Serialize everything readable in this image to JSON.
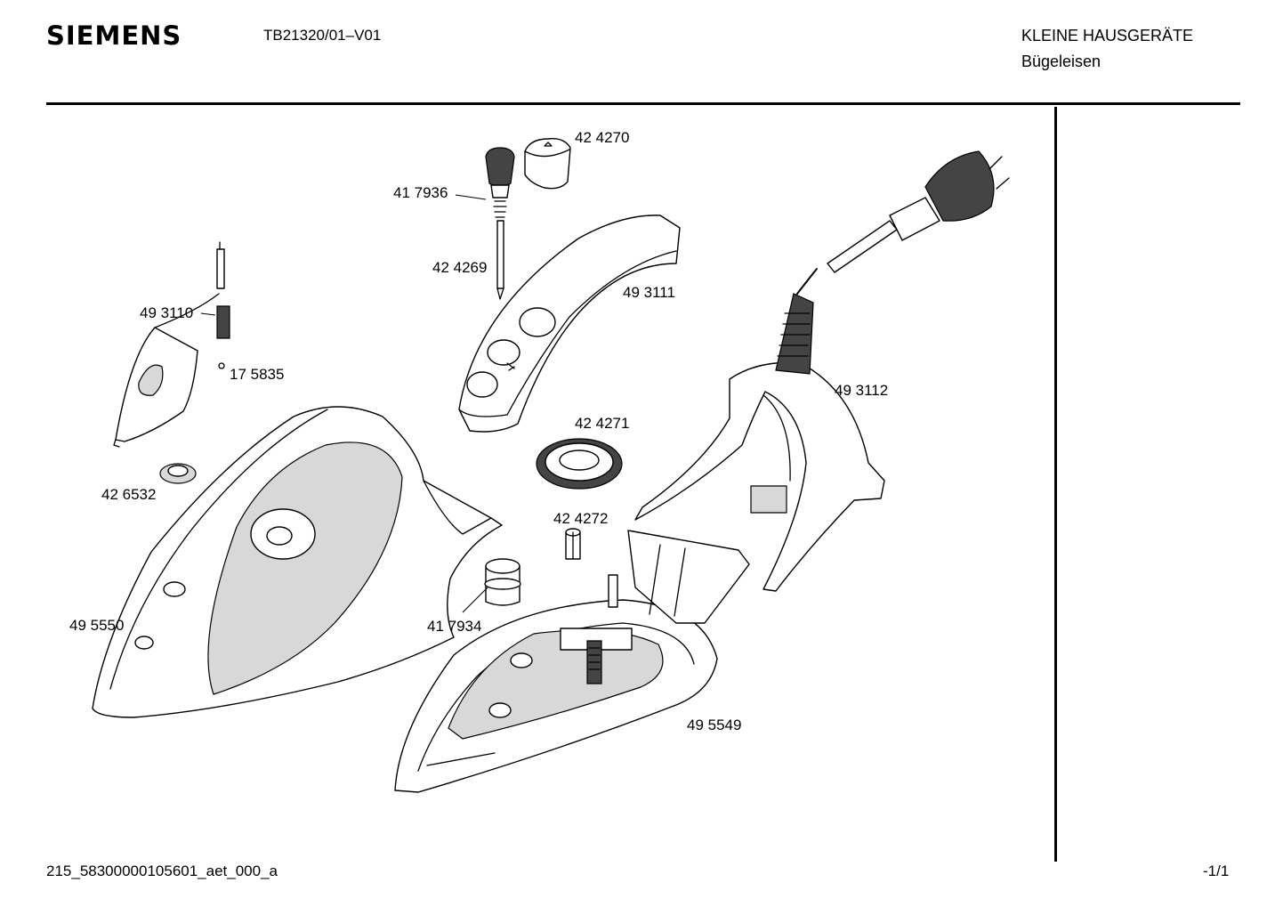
{
  "header": {
    "brand": "SIEMENS",
    "document_id": "TB21320/01–V01",
    "category": "KLEINE HAUSGERÄTE",
    "subcategory": "Bügeleisen"
  },
  "parts": [
    {
      "id": "p424270",
      "number": "42 4270"
    },
    {
      "id": "p417936",
      "number": "41 7936"
    },
    {
      "id": "p424269",
      "number": "42 4269"
    },
    {
      "id": "p493111",
      "number": "49 3111"
    },
    {
      "id": "p493110",
      "number": "49 3110"
    },
    {
      "id": "p175835",
      "number": "17 5835"
    },
    {
      "id": "p493112",
      "number": "49 3112"
    },
    {
      "id": "p424271",
      "number": "42 4271"
    },
    {
      "id": "p426532",
      "number": "42 6532"
    },
    {
      "id": "p424272",
      "number": "42 4272"
    },
    {
      "id": "p495550",
      "number": "49 5550"
    },
    {
      "id": "p417934",
      "number": "41 7934"
    },
    {
      "id": "p495549",
      "number": "49 5549"
    }
  ],
  "footer": {
    "file_code": "215_58300000105601_aet_000_a",
    "page": "-1/1"
  }
}
